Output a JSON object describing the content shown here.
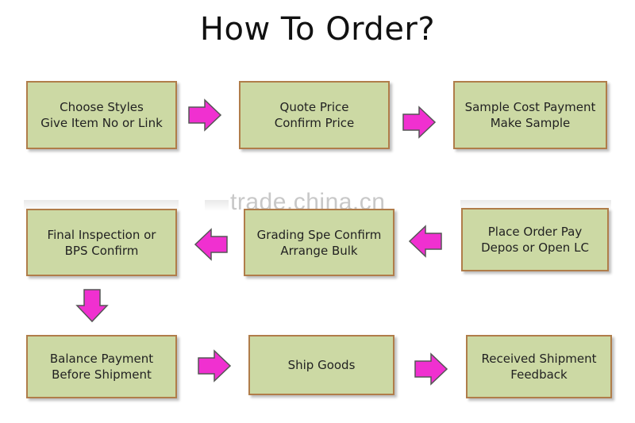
{
  "title": "How To Order?",
  "watermark": "trade.china.cn",
  "colors": {
    "box_fill": "#ccd9a4",
    "box_border": "#b07d4a",
    "arrow_fill": "#f030d0",
    "arrow_stroke": "#555555"
  },
  "steps": [
    {
      "lines": [
        "Choose Styles",
        "Give Item No or Link"
      ]
    },
    {
      "lines": [
        "Quote Price",
        "Confirm Price"
      ]
    },
    {
      "lines": [
        "Sample Cost Payment",
        "Make Sample"
      ]
    },
    {
      "lines": [
        "Place Order Pay",
        "Depos or Open LC"
      ]
    },
    {
      "lines": [
        "Grading Spe Confirm",
        "Arrange Bulk"
      ]
    },
    {
      "lines": [
        "Final Inspection or",
        "BPS Confirm"
      ]
    },
    {
      "lines": [
        "Balance Payment",
        "Before Shipment"
      ]
    },
    {
      "lines": [
        "Ship Goods"
      ]
    },
    {
      "lines": [
        "Received Shipment",
        "Feedback"
      ]
    }
  ]
}
